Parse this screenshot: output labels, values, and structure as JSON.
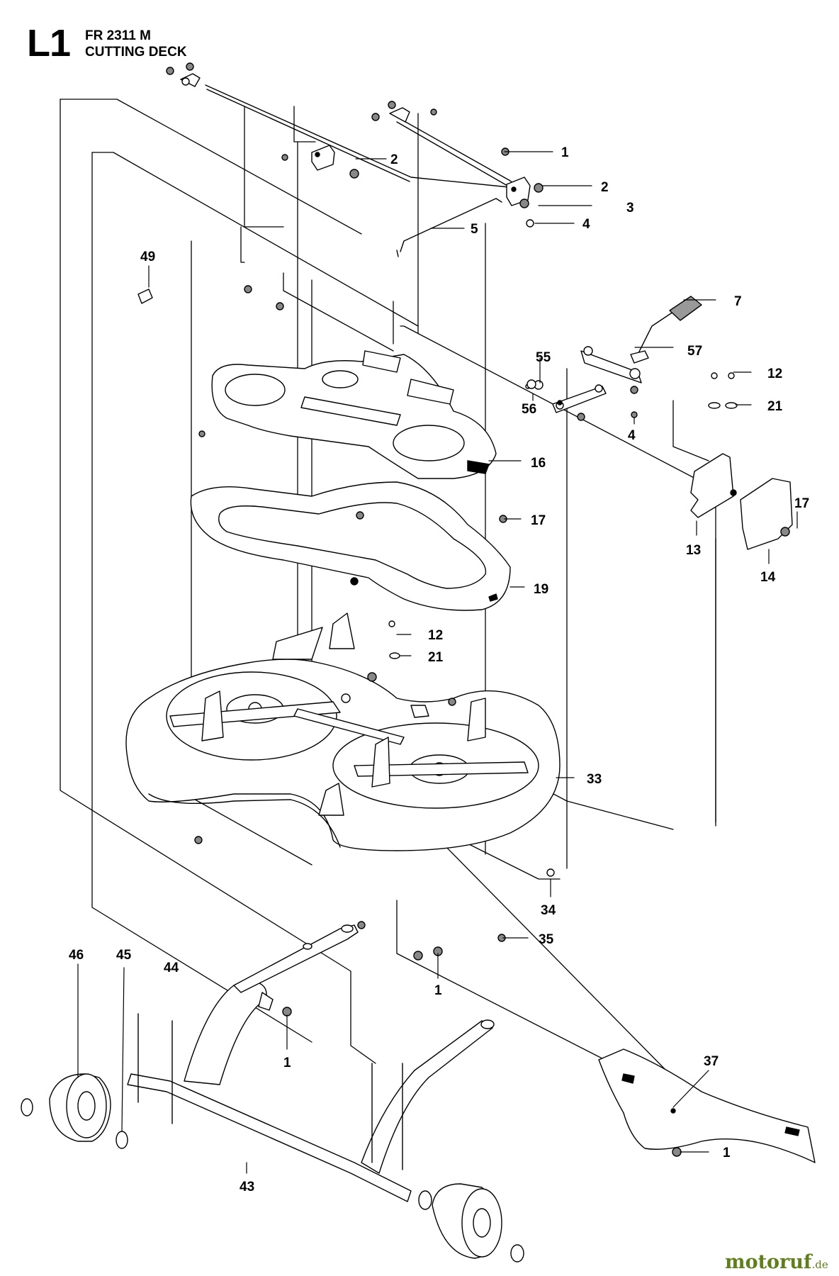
{
  "header": {
    "page_code": "L1",
    "model": "FR 2311 M",
    "subtitle": "CUTTING DECK"
  },
  "watermark": {
    "brand": "motoruf",
    "tld": ".de",
    "color": "#5f7f1b"
  },
  "callouts": {
    "c1a": "1",
    "c2a": "2",
    "c1b": "1",
    "c2b": "2",
    "c3": "3",
    "c5": "5",
    "c4a": "4",
    "c49": "49",
    "c7": "7",
    "c55": "55",
    "c57": "57",
    "c12a": "12",
    "c21a": "21",
    "c56": "56",
    "c4b": "4",
    "c16": "16",
    "c17a": "17",
    "c13": "13",
    "c14": "14",
    "c17b": "17",
    "c19": "19",
    "c12b": "12",
    "c21b": "21",
    "c33": "33",
    "c34": "34",
    "c35": "35",
    "c1c": "1",
    "c46": "46",
    "c45": "45",
    "c44": "44",
    "c1d": "1",
    "c37": "37",
    "c43": "43",
    "c1e": "1"
  }
}
